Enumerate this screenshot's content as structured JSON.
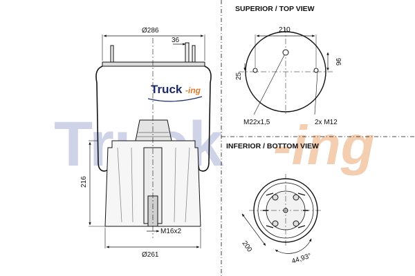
{
  "watermark": {
    "brand": "Truck",
    "suffix": "-ing"
  },
  "logo": {
    "brand": "Truck",
    "suffix": "-ing"
  },
  "side_view": {
    "top_diameter": "Ø286",
    "stud_offset": "36",
    "height": "216",
    "thread_bottom": "M16x2",
    "bottom_diameter": "Ø261"
  },
  "top_view": {
    "header": "SUPERIOR / TOP VIEW",
    "width_dim": "210",
    "offset_dim": "25",
    "right_dim": "96",
    "thread_left": "M22x1,5",
    "thread_right": "2x M12"
  },
  "bottom_view": {
    "header": "INFERIOR / BOTTOM VIEW",
    "diameter_dim": "200",
    "angle_dim": "44,93°"
  },
  "colors": {
    "watermark_blue": "#c9cfe6",
    "watermark_orange": "#f3c9a8",
    "line": "#111111"
  }
}
